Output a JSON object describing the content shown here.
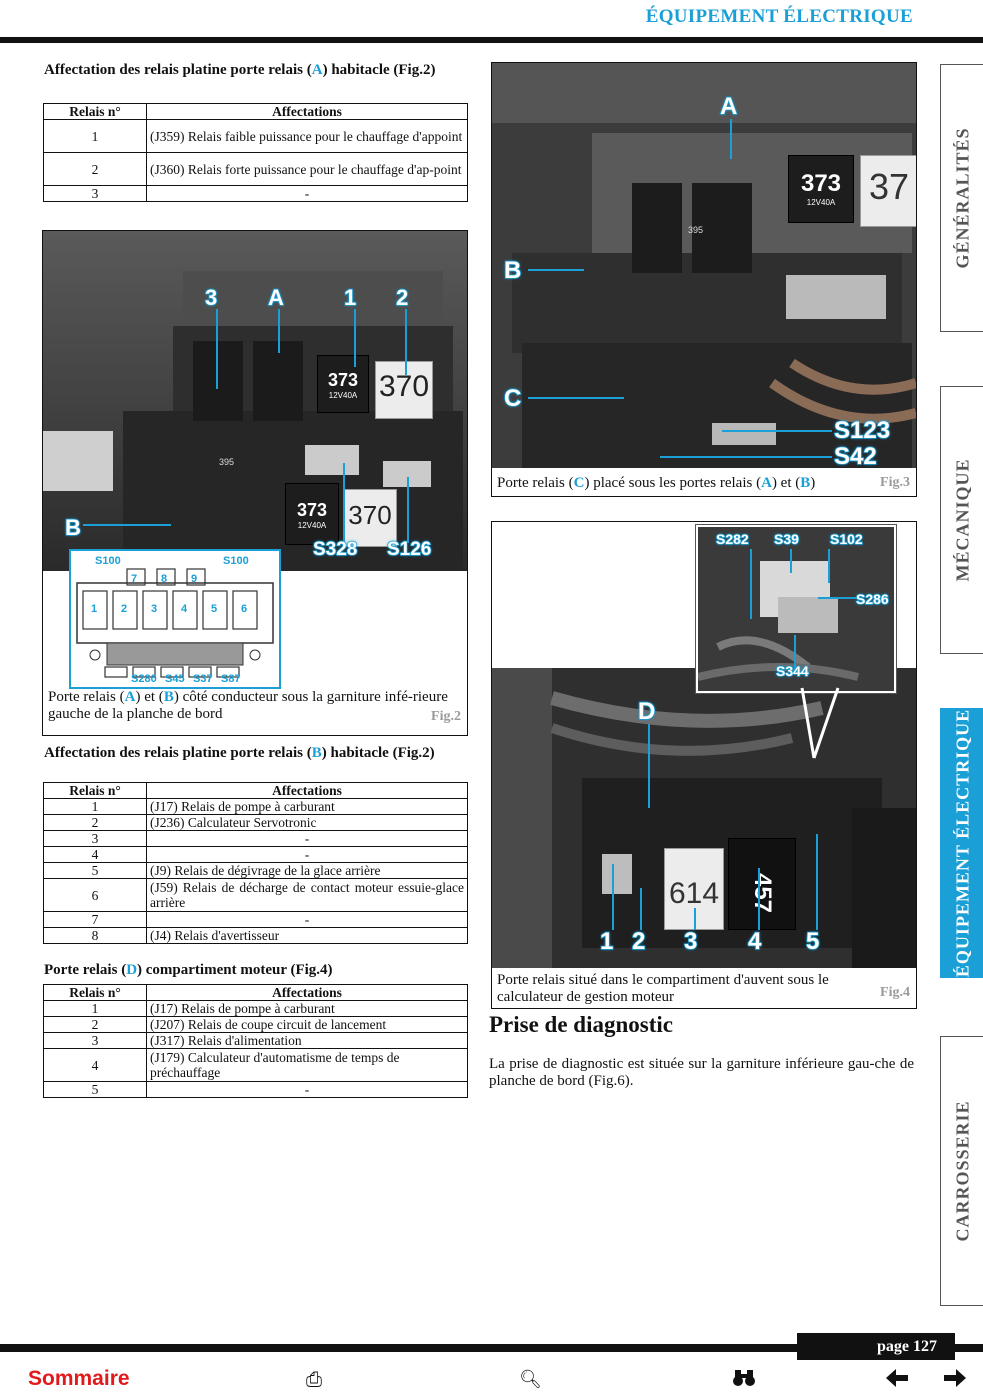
{
  "header": {
    "section_title": "ÉQUIPEMENT ÉLECTRIQUE"
  },
  "table_a": {
    "title_before": "Affectation des relais platine porte relais (",
    "title_letter": "A",
    "title_after": ") habitacle (Fig.2)",
    "col1": "Relais n°",
    "col2": "Affectations",
    "rows": [
      {
        "n": "1",
        "a": "(J359) Relais faible puissance pour le chauffage d'appoint"
      },
      {
        "n": "2",
        "a": "(J360) Relais forte puissance pour le chauffage d'ap-point"
      },
      {
        "n": "3",
        "a": "-"
      }
    ]
  },
  "fig2": {
    "caption_1": "Porte relais (",
    "caption_a": "A",
    "caption_2": ") et (",
    "caption_b": "B",
    "caption_3": ") côté conducteur sous la garniture infé-rieure gauche de la planche de bord",
    "tag": "Fig.2",
    "labels": {
      "l3": "3",
      "lA": "A",
      "l1": "1",
      "l2": "2",
      "lB": "B",
      "s328": "S328",
      "s126": "S126"
    },
    "relay_text": {
      "r373": "373",
      "r370": "370",
      "r373b": "373",
      "r370b": "370",
      "sub": "12V40A",
      "r395": "395"
    },
    "diagram": {
      "s100l": "S100",
      "s100r": "S100",
      "top": [
        "7",
        "8",
        "9"
      ],
      "slots": [
        "1",
        "2",
        "3",
        "4",
        "5",
        "6"
      ],
      "bottom": [
        "S280",
        "S45",
        "S37",
        "S87"
      ]
    }
  },
  "table_b": {
    "title_before": "Affectation des relais platine porte relais (",
    "title_letter": "B",
    "title_after": ") habitacle (Fig.2)",
    "col1": "Relais n°",
    "col2": "Affectations",
    "rows": [
      {
        "n": "1",
        "a": "(J17) Relais de pompe à carburant"
      },
      {
        "n": "2",
        "a": "(J236) Calculateur Servotronic"
      },
      {
        "n": "3",
        "a": "-"
      },
      {
        "n": "4",
        "a": "-"
      },
      {
        "n": "5",
        "a": "(J9) Relais de dégivrage de la glace arrière"
      },
      {
        "n": "6",
        "a": "(J59) Relais de décharge de contact moteur essuie-glace arrière"
      },
      {
        "n": "7",
        "a": "-"
      },
      {
        "n": "8",
        "a": "(J4) Relais d'avertisseur"
      }
    ]
  },
  "table_d": {
    "title_before": "Porte relais (",
    "title_letter": "D",
    "title_after": ") compartiment moteur (Fig.4)",
    "col1": "Relais n°",
    "col2": "Affectations",
    "rows": [
      {
        "n": "1",
        "a": "(J17) Relais de pompe à carburant"
      },
      {
        "n": "2",
        "a": "(J207) Relais de coupe circuit de lancement"
      },
      {
        "n": "3",
        "a": "(J317) Relais d'alimentation"
      },
      {
        "n": "4",
        "a": "(J179) Calculateur d'automatisme de temps de préchauffage"
      },
      {
        "n": "5",
        "a": "-"
      }
    ]
  },
  "fig3": {
    "caption_1": "Porte relais (",
    "caption_c": "C",
    "caption_2": ") placé sous les portes relais (",
    "caption_a": "A",
    "caption_3": ") et (",
    "caption_b": "B",
    "caption_4": ")",
    "tag": "Fig.3",
    "labels": {
      "lA": "A",
      "lB": "B",
      "lC": "C",
      "s123": "S123",
      "s42": "S42"
    },
    "relay_text": {
      "r373": "373",
      "r37": "37",
      "sub": "12V40A",
      "r395": "395"
    }
  },
  "fig4": {
    "caption": "Porte relais situé dans le compartiment d'auvent sous le calculateur de gestion moteur",
    "tag": "Fig.4",
    "labels": {
      "lD": "D",
      "n1": "1",
      "n2": "2",
      "n3": "3",
      "n4": "4",
      "n5": "5",
      "s282": "S282",
      "s39": "S39",
      "s102": "S102",
      "s286": "S286",
      "s344": "S344"
    },
    "relay_text": {
      "r614": "614",
      "r457": "457"
    }
  },
  "diagnostic": {
    "heading": "Prise de diagnostic",
    "text": "La prise de diagnostic est située sur la garniture inférieure gau-che de planche de bord (Fig.6)."
  },
  "side_tabs": [
    "GÉNÉRALITÉS",
    "MÉCANIQUE",
    "ÉQUIPEMENT ÉLECTRIQUE",
    "CARROSSERIE"
  ],
  "footer": {
    "page": "page 127",
    "sommaire": "Sommaire",
    "icons": [
      "print-icon",
      "document-search-icon",
      "binoculars-icon",
      "arrow-left-icon",
      "arrow-right-icon"
    ]
  },
  "colors": {
    "accent": "#1a9fd6",
    "sommaire": "#e11b1b"
  }
}
